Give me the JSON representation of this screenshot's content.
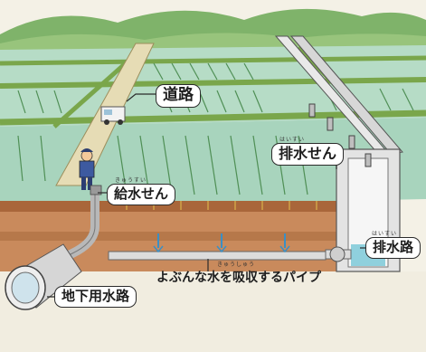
{
  "labels": {
    "road": "道路",
    "supply_valve": "給水せん",
    "supply_valve_ruby": "きゅうすい",
    "drain_valve": "排水せん",
    "drain_valve_ruby": "はいすい",
    "drain_channel": "排水路",
    "drain_channel_ruby": "はいすい",
    "pipe": "よぶんな水を吸収するパイプ",
    "pipe_ruby": "きゅうしゅう",
    "underground_channel": "地下用水路"
  },
  "colors": {
    "sky": "#eef3ee",
    "hill": "#7fb36a",
    "field": "#b6dcc6",
    "rice": "#4f8f55",
    "levee": "#7aa64b",
    "soil": "#a9663a",
    "concrete": "#e9e9e9",
    "water": "#8fd0dd"
  }
}
